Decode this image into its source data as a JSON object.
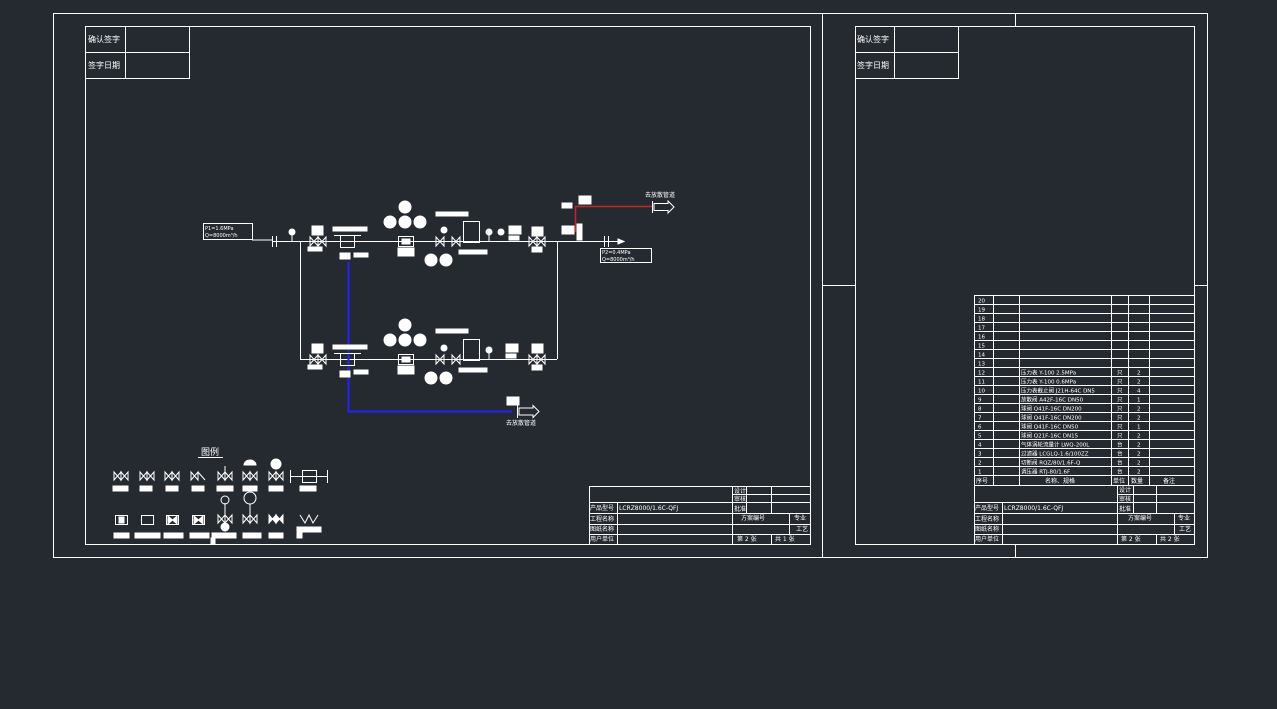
{
  "colors": {
    "background": "#252a31",
    "line": "#ffffff",
    "blue": "#2222ff",
    "red": "#cc2222"
  },
  "sheet1": {
    "confirm_label": "确认签字",
    "sign_date_label": "签字日期",
    "inlet_box": {
      "p": "P1=1.6MPa",
      "q": "Q=8000m³/h"
    },
    "outlet_box": {
      "p": "P2=0.4MPa",
      "q": "Q=8000m³/h"
    },
    "vent_top": "去放散管道",
    "vent_bottom": "去放散管道",
    "legend_title": "图例",
    "title_block": {
      "product_no_label": "产品型号",
      "product_no": "LCRZ8000/1.6C-QFJ",
      "project_label": "工程名称",
      "drawing_label": "图纸名称",
      "customer_label": "用户单位",
      "design_label": "设计",
      "check_label": "审核",
      "approve_label": "批准",
      "scheme_label": "方案编号",
      "major_label": "专业",
      "major_value": "工艺",
      "sheet_label": "第 2 张",
      "total_label": "共 1 张"
    }
  },
  "sheet2": {
    "confirm_label": "确认签字",
    "sign_date_label": "签字日期",
    "bom_header": {
      "no": "序号",
      "name": "名称、规格",
      "unit": "单位",
      "qty": "数量",
      "remark": "备注"
    },
    "bom_rows": [
      {
        "no": "20",
        "name": "",
        "unit": "",
        "qty": ""
      },
      {
        "no": "19",
        "name": "",
        "unit": "",
        "qty": ""
      },
      {
        "no": "18",
        "name": "",
        "unit": "",
        "qty": ""
      },
      {
        "no": "17",
        "name": "",
        "unit": "",
        "qty": ""
      },
      {
        "no": "16",
        "name": "",
        "unit": "",
        "qty": ""
      },
      {
        "no": "15",
        "name": "",
        "unit": "",
        "qty": ""
      },
      {
        "no": "14",
        "name": "",
        "unit": "",
        "qty": ""
      },
      {
        "no": "13",
        "name": "",
        "unit": "",
        "qty": ""
      },
      {
        "no": "12",
        "name": "压力表 Y-100 2.5MPa",
        "unit": "只",
        "qty": "2"
      },
      {
        "no": "11",
        "name": "压力表 Y-100 0.6MPa",
        "unit": "只",
        "qty": "2"
      },
      {
        "no": "10",
        "name": "压力表截止阀 J21H-64C DN5",
        "unit": "只",
        "qty": "4"
      },
      {
        "no": "9",
        "name": "放散阀 A42F-16C DN50",
        "unit": "只",
        "qty": "1"
      },
      {
        "no": "8",
        "name": "球阀 Q41F-16C DN200",
        "unit": "只",
        "qty": "2"
      },
      {
        "no": "7",
        "name": "球阀 Q41F-16C DN200",
        "unit": "只",
        "qty": "2"
      },
      {
        "no": "6",
        "name": "球阀 Q41F-16C DN50",
        "unit": "只",
        "qty": "1"
      },
      {
        "no": "5",
        "name": "球阀 Q21F-16C DN15",
        "unit": "只",
        "qty": "2"
      },
      {
        "no": "4",
        "name": "气体涡轮流量计 LWQ-200L",
        "unit": "台",
        "qty": "2"
      },
      {
        "no": "3",
        "name": "过滤器 LCGLQ-1.6/100ZZ",
        "unit": "台",
        "qty": "2"
      },
      {
        "no": "2",
        "name": "切断阀 RQZ/80/1.6F-Q",
        "unit": "台",
        "qty": "2"
      },
      {
        "no": "1",
        "name": "调压器 RTJ-80/1.6F",
        "unit": "台",
        "qty": "2"
      }
    ],
    "title_block": {
      "product_no_label": "产品型号",
      "product_no": "LCRZ8000/1.6C-QFJ",
      "project_label": "工程名称",
      "drawing_label": "图纸名称",
      "customer_label": "用户单位",
      "design_label": "设计",
      "check_label": "审核",
      "approve_label": "批准",
      "scheme_label": "方案编号",
      "major_label": "专业",
      "major_value": "工艺",
      "sheet_label": "第 2 张",
      "total_label": "共 2 张"
    }
  }
}
